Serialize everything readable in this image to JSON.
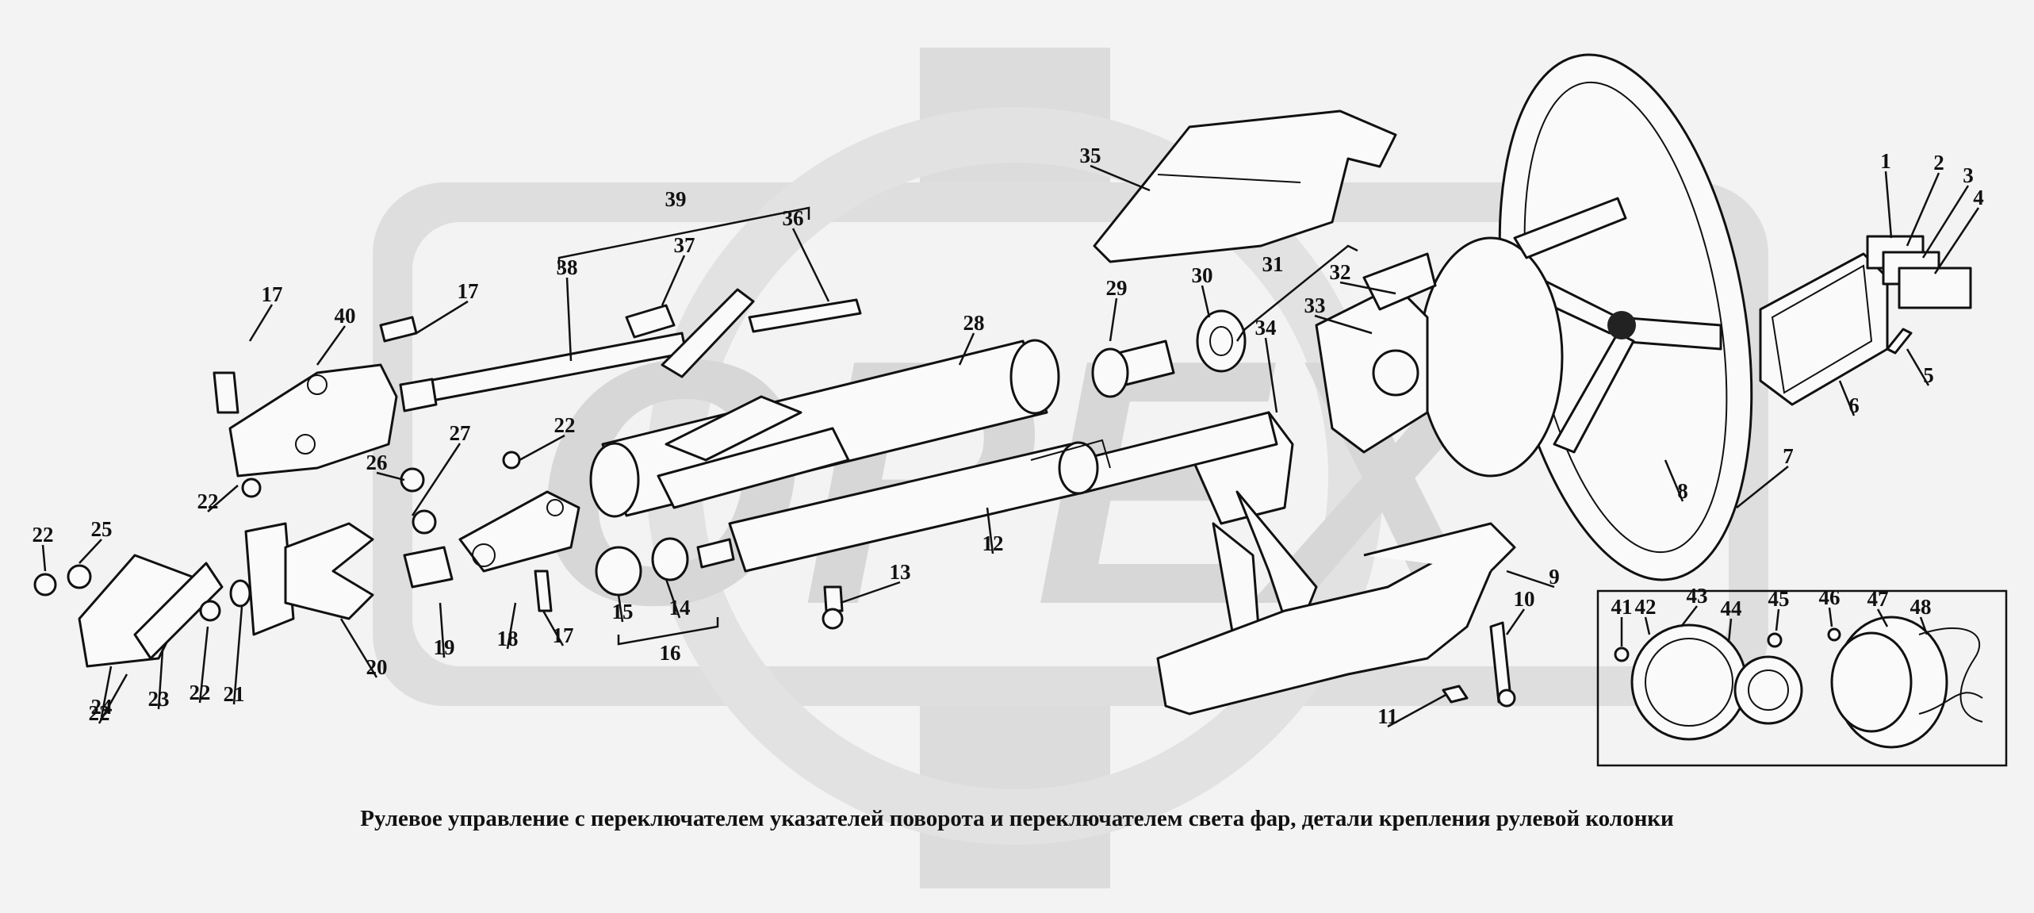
{
  "caption": "Рулевое управление с переключателем указателей поворота и переключателем света фар, детали крепления рулевой колонки",
  "watermark": {
    "text": "OPEX",
    "color": "#d7d7d7"
  },
  "callouts": [
    {
      "n": "1"
    },
    {
      "n": "2"
    },
    {
      "n": "3"
    },
    {
      "n": "4"
    },
    {
      "n": "5"
    },
    {
      "n": "6"
    },
    {
      "n": "7"
    },
    {
      "n": "8"
    },
    {
      "n": "9"
    },
    {
      "n": "10"
    },
    {
      "n": "11"
    },
    {
      "n": "12"
    },
    {
      "n": "13"
    },
    {
      "n": "14"
    },
    {
      "n": "15"
    },
    {
      "n": "16"
    },
    {
      "n": "17"
    },
    {
      "n": "17"
    },
    {
      "n": "17"
    },
    {
      "n": "18"
    },
    {
      "n": "19"
    },
    {
      "n": "20"
    },
    {
      "n": "21"
    },
    {
      "n": "22"
    },
    {
      "n": "22"
    },
    {
      "n": "22"
    },
    {
      "n": "22"
    },
    {
      "n": "22"
    },
    {
      "n": "23"
    },
    {
      "n": "24"
    },
    {
      "n": "25"
    },
    {
      "n": "26"
    },
    {
      "n": "27"
    },
    {
      "n": "28"
    },
    {
      "n": "29"
    },
    {
      "n": "30"
    },
    {
      "n": "31"
    },
    {
      "n": "32"
    },
    {
      "n": "33"
    },
    {
      "n": "34"
    },
    {
      "n": "35"
    },
    {
      "n": "36"
    },
    {
      "n": "37"
    },
    {
      "n": "38"
    },
    {
      "n": "39"
    },
    {
      "n": "40"
    },
    {
      "n": "41"
    },
    {
      "n": "42"
    },
    {
      "n": "43"
    },
    {
      "n": "44"
    },
    {
      "n": "45"
    },
    {
      "n": "46"
    },
    {
      "n": "47"
    },
    {
      "n": "48"
    }
  ]
}
